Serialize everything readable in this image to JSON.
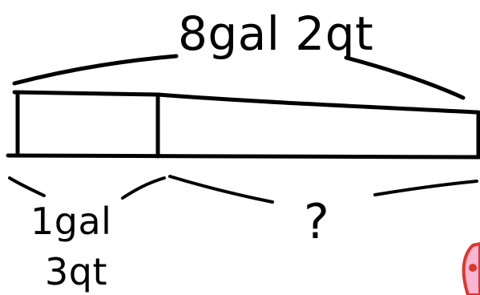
{
  "diagram": {
    "total_label": "8gal 2qt",
    "part_one_label_line1": "1gal",
    "part_one_label_line2": "3qt",
    "unknown_label": "?",
    "ink_color": "#000000",
    "corner_accent_color": "#e0352b",
    "corner_fill_color": "#f7b6d2"
  }
}
